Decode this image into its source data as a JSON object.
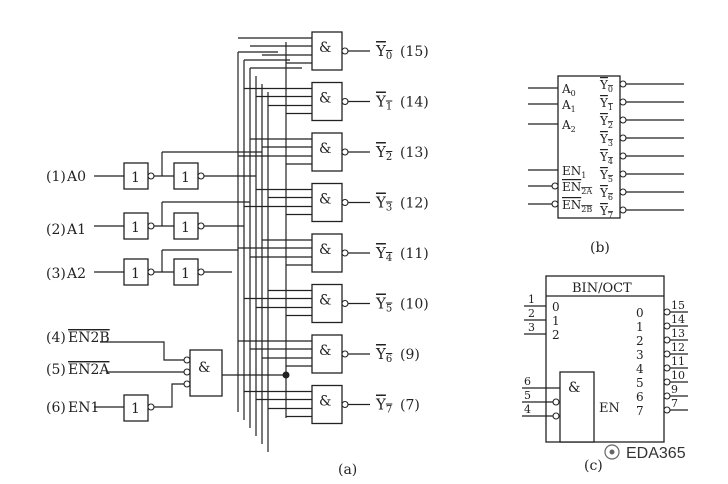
{
  "diagram_a": {
    "caption": "(a)",
    "inputs": [
      {
        "pin": "(1)",
        "name": "A0"
      },
      {
        "pin": "(2)",
        "name": "A1"
      },
      {
        "pin": "(3)",
        "name": "A2"
      }
    ],
    "enables": [
      {
        "pin": "(4)",
        "name": "EN2B",
        "overbar": true
      },
      {
        "pin": "(5)",
        "name": "EN2A",
        "overbar": true
      },
      {
        "pin": "(6)",
        "name": "EN1",
        "overbar": false
      }
    ],
    "not_symbol": "1",
    "and_symbol": "&",
    "outputs": [
      {
        "name": "Y0",
        "pin": "(15)"
      },
      {
        "name": "Y1",
        "pin": "(14)"
      },
      {
        "name": "Y2",
        "pin": "(13)"
      },
      {
        "name": "Y3",
        "pin": "(12)"
      },
      {
        "name": "Y4",
        "pin": "(11)"
      },
      {
        "name": "Y5",
        "pin": "(10)"
      },
      {
        "name": "Y6",
        "pin": "(9)"
      },
      {
        "name": "Y7",
        "pin": "(7)"
      }
    ]
  },
  "diagram_b": {
    "caption": "(b)",
    "left_pins": [
      "A0",
      "A1",
      "A2",
      "EN1",
      "EN2A",
      "EN2B"
    ],
    "right_pins": [
      "Y0",
      "Y1",
      "Y2",
      "Y3",
      "Y4",
      "Y5",
      "Y6",
      "Y7"
    ]
  },
  "diagram_c": {
    "caption": "(c)",
    "title": "BIN/OCT",
    "input_weights": [
      "0",
      "1",
      "2"
    ],
    "input_pins": [
      "1",
      "2",
      "3"
    ],
    "enable_symbol": "&",
    "enable_label": "EN",
    "enable_pins": [
      "6",
      "5",
      "4"
    ],
    "output_labels": [
      "0",
      "1",
      "2",
      "3",
      "4",
      "5",
      "6",
      "7"
    ],
    "output_pins": [
      "15",
      "14",
      "13",
      "12",
      "11",
      "10",
      "9",
      "7"
    ]
  },
  "watermark": {
    "text": "EDA365"
  }
}
